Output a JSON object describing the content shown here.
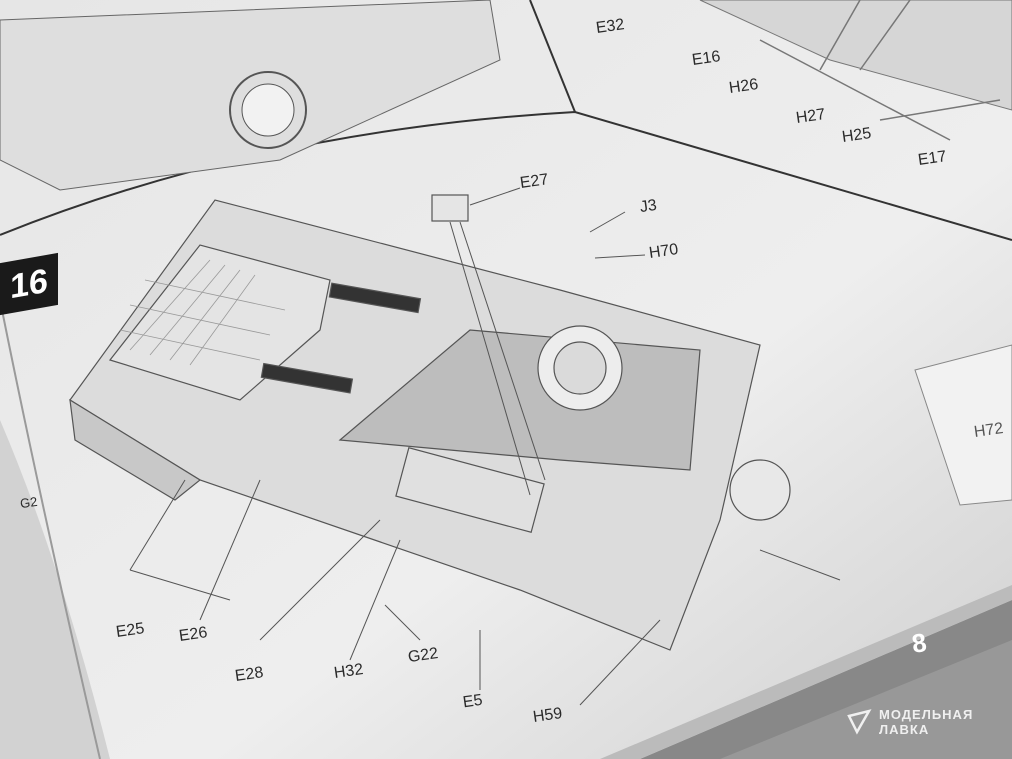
{
  "step_number": "16",
  "page_number": "8",
  "watermark": {
    "line1": "МОДЕЛЬНАЯ",
    "line2": "ЛАВКА"
  },
  "part_labels": {
    "e32": "E32",
    "e16": "E16",
    "h26": "H26",
    "h27": "H27",
    "h25": "H25",
    "e17": "E17",
    "e27": "E27",
    "j3": "J3",
    "h70": "H70",
    "h72": "H72",
    "g2": "G2",
    "e25": "E25",
    "e26": "E26",
    "e28": "E28",
    "h32": "H32",
    "g22": "G22",
    "e5": "E5",
    "h59": "H59"
  },
  "colors": {
    "paper": "#ececec",
    "line": "#444444",
    "band": "#8a8a8a",
    "step_bg": "#1a1a1a"
  }
}
